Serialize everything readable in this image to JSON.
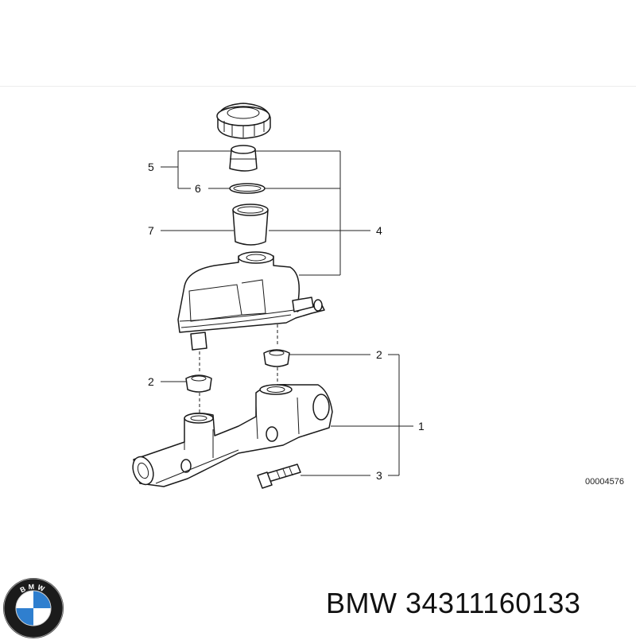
{
  "diagram": {
    "callouts": [
      {
        "id": "c5",
        "label": "5"
      },
      {
        "id": "c6",
        "label": "6"
      },
      {
        "id": "c7",
        "label": "7"
      },
      {
        "id": "c4",
        "label": "4"
      },
      {
        "id": "c2a",
        "label": "2"
      },
      {
        "id": "c2b",
        "label": "2"
      },
      {
        "id": "c1",
        "label": "1"
      },
      {
        "id": "c3",
        "label": "3"
      }
    ],
    "drawing_number": "00004576"
  },
  "footer": {
    "brand": "BMW",
    "part_number": "34311160133",
    "logo_letters": "BMW"
  },
  "colors": {
    "line": "#1a1a1a",
    "logo_blue": "#2f7fcf",
    "logo_ring": "#1b1b1b"
  }
}
